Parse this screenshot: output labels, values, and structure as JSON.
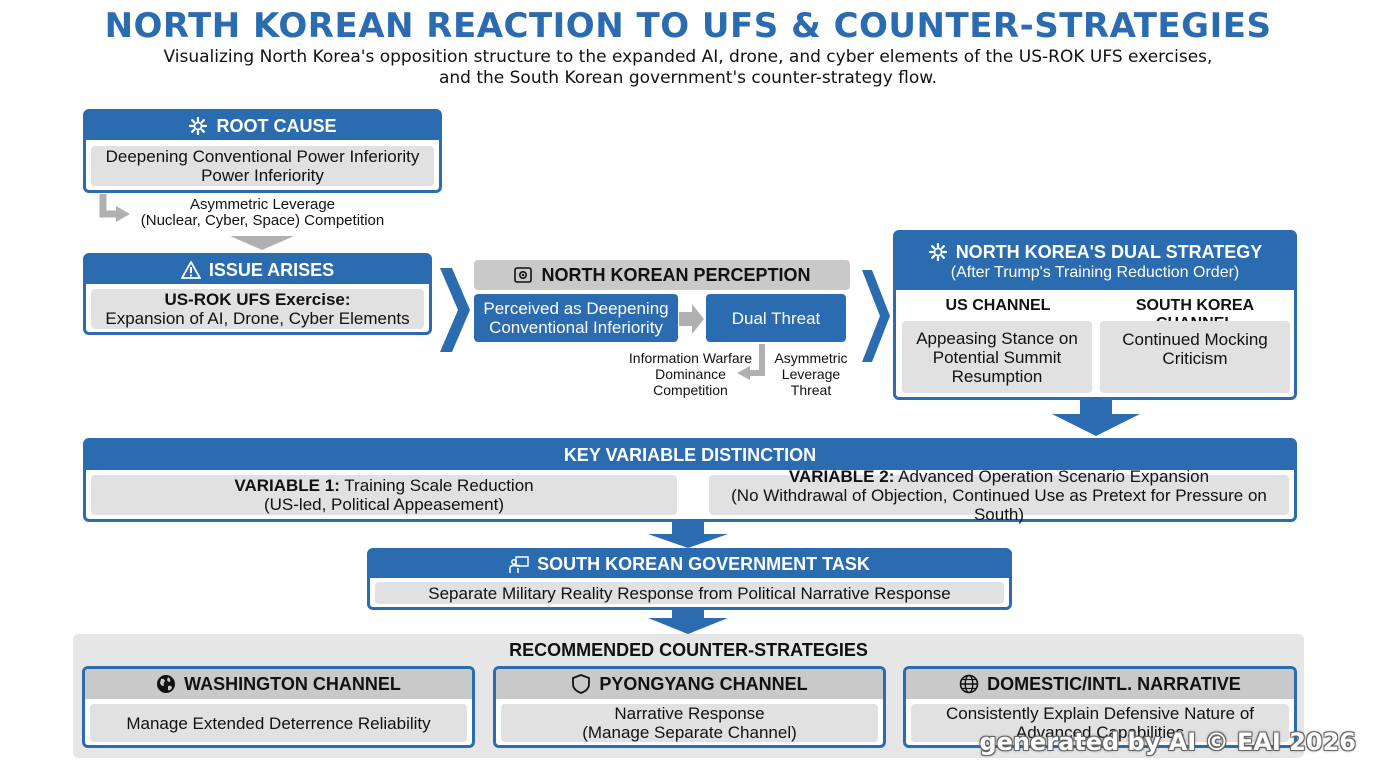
{
  "title": "NORTH KOREAN REACTION TO UFS & COUNTER-STRATEGIES",
  "subtitle_line1": "Visualizing North Korea's opposition structure to the expanded AI, drone, and cyber elements of the US-ROK UFS exercises,",
  "subtitle_line2": "and the South Korean government's counter-strategy flow.",
  "root_cause": {
    "header": "ROOT CAUSE",
    "line1": "Deepening Conventional Power Inferiority",
    "line2": "Power Inferiority"
  },
  "asymmetric_note": {
    "line1": "Asymmetric Leverage",
    "line2": "(Nuclear, Cyber, Space) Competition"
  },
  "issue": {
    "header": "ISSUE ARISES",
    "line1": "US-ROK UFS Exercise:",
    "line2": "Expansion of AI, Drone, Cyber Elements"
  },
  "perception": {
    "header": "NORTH KOREAN PERCEPTION",
    "left_line1": "Perceived as Deepening",
    "left_line2": "Conventional Inferiority",
    "right": "Dual Threat",
    "note_left_1": "Information Warfare",
    "note_left_2": "Dominance",
    "note_left_3": "Competition",
    "note_right_1": "Asymmetric",
    "note_right_2": "Leverage",
    "note_right_3": "Threat"
  },
  "dual_strategy": {
    "header": "NORTH KOREA'S DUAL STRATEGY",
    "subheader": "(After Trump's Training Reduction Order)",
    "us_title": "US CHANNEL",
    "us_line1": "Appeasing Stance on",
    "us_line2": "Potential Summit",
    "us_line3": "Resumption",
    "sk_title": "SOUTH KOREA CHANNEL",
    "sk_line1": "Continued Mocking",
    "sk_line2": "Criticism"
  },
  "key_variable": {
    "header": "KEY VARIABLE DISTINCTION",
    "v1_label": "VARIABLE 1:",
    "v1_text": "Training Scale Reduction",
    "v1_sub": "(US-led, Political Appeasement)",
    "v2_label": "VARIABLE 2:",
    "v2_text": "Advanced Operation Scenario Expansion",
    "v2_sub": "(No Withdrawal of Objection, Continued Use as Pretext for Pressure on South)"
  },
  "sk_task": {
    "header": "SOUTH KOREAN GOVERNMENT TASK",
    "text": "Separate Military Reality Response from Political Narrative Response"
  },
  "counter": {
    "header": "RECOMMENDED COUNTER-STRATEGIES",
    "washington_title": "WASHINGTON CHANNEL",
    "washington_text": "Manage Extended Deterrence Reliability",
    "pyongyang_title": "PYONGYANG CHANNEL",
    "pyongyang_line1": "Narrative Response",
    "pyongyang_line2": "(Manage Separate Channel)",
    "narrative_title": "DOMESTIC/INTL. NARRATIVE",
    "narrative_line1": "Consistently Explain Defensive Nature of",
    "narrative_line2": "Advanced Capabilities"
  },
  "watermark": "generated by AI © EAI 2026",
  "icons": {
    "root": "gear-icon",
    "issue": "warning-icon",
    "perception": "eye-icon",
    "dual": "gear-icon",
    "task": "presenter-icon",
    "washington": "globe-icon",
    "pyongyang": "shield-icon",
    "narrative": "globe-grid-icon"
  },
  "colors": {
    "primary_blue": "#2b6cb0",
    "panel_gray": "#e1e1e1",
    "arrow_gray": "#b0b0b0"
  }
}
